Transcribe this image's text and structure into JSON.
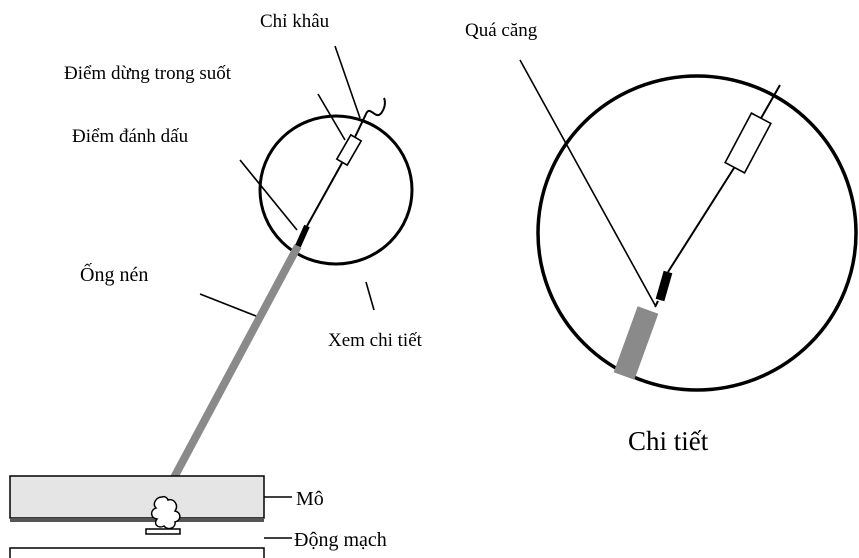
{
  "labels": {
    "suture": "Chỉ khâu",
    "transparent_stop": "Điểm dừng trong suốt",
    "marker": "Điểm đánh dấu",
    "compression_tube": "Ống nén",
    "see_detail": "Xem chi tiết",
    "over_tension": "Quá căng",
    "detail": "Chi tiết",
    "tissue": "Mô",
    "artery": "Động mạch"
  },
  "colors": {
    "tube": "#8a8a8a",
    "tissue": "#e5e5e5",
    "line": "#000000"
  }
}
